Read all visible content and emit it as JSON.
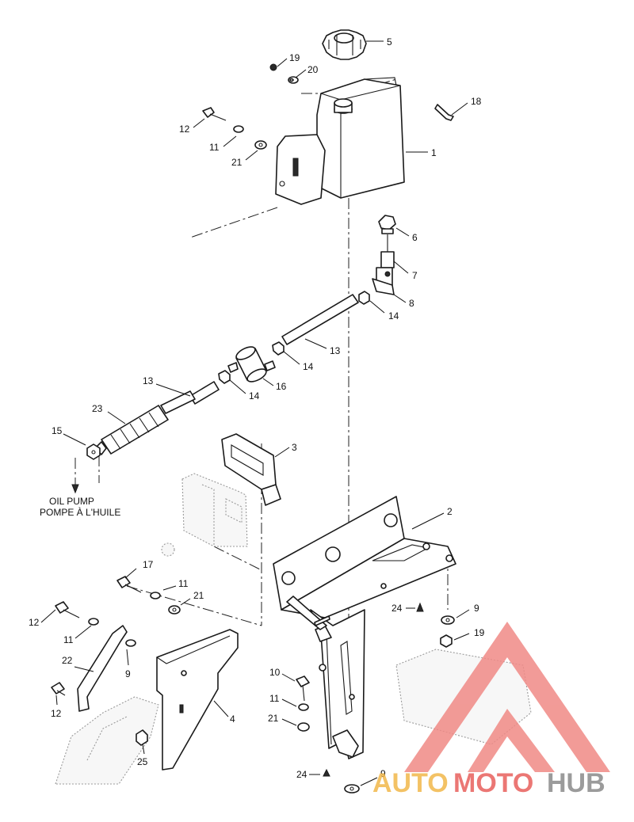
{
  "diagram": {
    "callouts": [
      {
        "id": "c5",
        "text": "5"
      },
      {
        "id": "c19a",
        "text": "19"
      },
      {
        "id": "c20",
        "text": "20"
      },
      {
        "id": "c18",
        "text": "18"
      },
      {
        "id": "c12a",
        "text": "12"
      },
      {
        "id": "c11a",
        "text": "11"
      },
      {
        "id": "c21a",
        "text": "21"
      },
      {
        "id": "c1",
        "text": "1"
      },
      {
        "id": "c6",
        "text": "6"
      },
      {
        "id": "c7",
        "text": "7"
      },
      {
        "id": "c8",
        "text": "8"
      },
      {
        "id": "c14a",
        "text": "14"
      },
      {
        "id": "c13a",
        "text": "13"
      },
      {
        "id": "c14b",
        "text": "14"
      },
      {
        "id": "c16",
        "text": "16"
      },
      {
        "id": "c13b",
        "text": "13"
      },
      {
        "id": "c14c",
        "text": "14"
      },
      {
        "id": "c23",
        "text": "23"
      },
      {
        "id": "c15",
        "text": "15"
      },
      {
        "id": "c3",
        "text": "3"
      },
      {
        "id": "c2",
        "text": "2"
      },
      {
        "id": "c17",
        "text": "17"
      },
      {
        "id": "c11b",
        "text": "11"
      },
      {
        "id": "c21b",
        "text": "21"
      },
      {
        "id": "c12b",
        "text": "12"
      },
      {
        "id": "c11c",
        "text": "11"
      },
      {
        "id": "c22",
        "text": "22"
      },
      {
        "id": "c9a",
        "text": "9"
      },
      {
        "id": "c12c",
        "text": "12"
      },
      {
        "id": "c4",
        "text": "4"
      },
      {
        "id": "c25",
        "text": "25"
      },
      {
        "id": "c24a",
        "text": "24"
      },
      {
        "id": "c9b",
        "text": "9"
      },
      {
        "id": "c19b",
        "text": "19"
      },
      {
        "id": "c10",
        "text": "10"
      },
      {
        "id": "c11d",
        "text": "11"
      },
      {
        "id": "c21c",
        "text": "21"
      },
      {
        "id": "c24b",
        "text": "24"
      },
      {
        "id": "c9c",
        "text": "9"
      }
    ],
    "oil_pump_note": [
      "OIL PUMP",
      "POMPE À L'HUILE"
    ]
  },
  "watermark": {
    "letters": [
      "AUTO",
      "MOTO",
      "HUB"
    ],
    "colors": {
      "auto": "#f2b84b",
      "moto": "#e8605c",
      "hub": "#8a8a8a",
      "triangle": "#f08a86"
    }
  }
}
